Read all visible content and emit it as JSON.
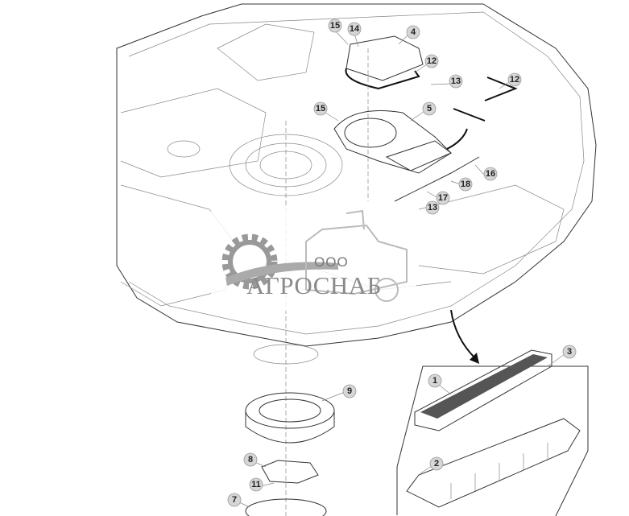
{
  "watermark": {
    "prefix": "ООО",
    "name": "АГРОСНАБ"
  },
  "callouts": [
    {
      "label": "15"
    },
    {
      "label": "14"
    },
    {
      "label": "4"
    },
    {
      "label": "12"
    },
    {
      "label": "13"
    },
    {
      "label": "12"
    },
    {
      "label": "15"
    },
    {
      "label": "5"
    },
    {
      "label": "16"
    },
    {
      "label": "18"
    },
    {
      "label": "17"
    },
    {
      "label": "13"
    },
    {
      "label": "9"
    },
    {
      "label": "3"
    },
    {
      "label": "1"
    },
    {
      "label": "2"
    },
    {
      "label": "8"
    },
    {
      "label": "11"
    },
    {
      "label": "7"
    }
  ],
  "colors": {
    "line": "#333333",
    "callout_fill": "#d6d6d6",
    "watermark": "#8a8a8a"
  }
}
